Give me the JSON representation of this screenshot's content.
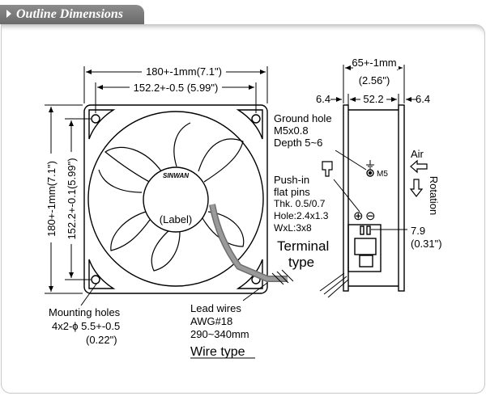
{
  "header": {
    "title": "Outline Dimensions"
  },
  "front_view": {
    "overall_width": "180+-1mm(7.1\")",
    "hole_spacing_width": "152.2+-0.5 (5.99\")",
    "overall_height": "180+-1mm(7.1\")",
    "hole_spacing_height": "152.2+-0.1(5.99\")",
    "hub_logo": "SINWAN",
    "hub_label": "(Label)",
    "mounting_holes_title": "Mounting holes",
    "mounting_holes_spec": "4x2-ϕ 5.5+-0.5",
    "mounting_holes_inch": "(0.22\")",
    "lead_wires_title": "Lead wires",
    "lead_wires_gauge": "AWG#18",
    "lead_wires_length": "290~340mm",
    "wire_type_caption": "Wire type"
  },
  "side_view": {
    "depth": "65+-1mm",
    "depth_inch": "(2.56\")",
    "flange_left": "6.4",
    "inner_depth": "52.2",
    "flange_right": "6.4",
    "ground_hole_title": "Ground hole",
    "ground_hole_thread": "M5x0.8",
    "ground_hole_depth": "Depth 5~6",
    "ground_marker": "M5",
    "air_label": "Air",
    "rotation_label": "Rotation",
    "pins_title_1": "Push-in",
    "pins_title_2": "flat pins",
    "pins_thk": "Thk. 0.5/0.7",
    "pins_hole": "Hole:2.4x1.3",
    "pins_wxl": "WxL:3x8",
    "pin_plus": "⊕",
    "pin_minus": "⊖",
    "pin_offset": "7.9",
    "pin_offset_inch": "(0.31\")",
    "terminal_caption_1": "Terminal",
    "terminal_caption_2": "type"
  },
  "colors": {
    "header": "#7a7a7a",
    "panel_border": "#c8c8c8",
    "line": "#000000"
  }
}
